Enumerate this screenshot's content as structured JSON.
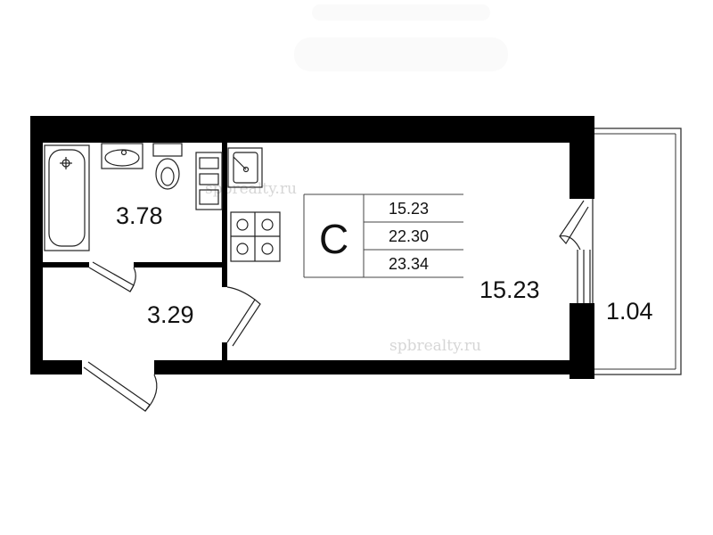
{
  "watermarks": [
    "spbrealty.ru",
    "spbrealty.ru"
  ],
  "rooms": {
    "bathroom": "3.78",
    "hallway": "3.29",
    "main_room": "15.23",
    "balcony": "1.04"
  },
  "apartment_type": "С",
  "area_table": {
    "living": "15.23",
    "total": "22.30",
    "total_with_balcony": "23.34"
  }
}
